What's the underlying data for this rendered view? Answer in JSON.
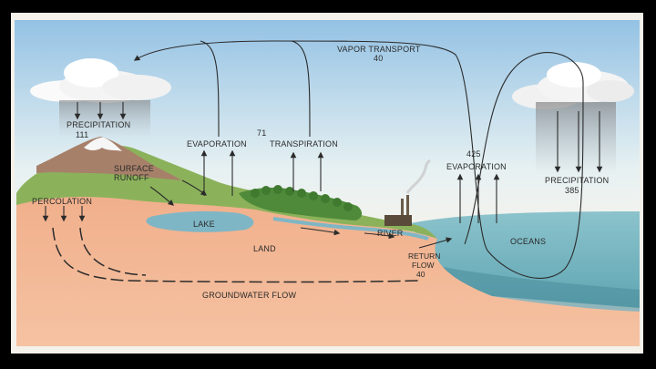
{
  "labels": {
    "vapor_transport": "VAPOR TRANSPORT",
    "vapor_transport_value": "40",
    "precip_land": "PRECIPITATION",
    "precip_land_value": "111",
    "evap_land": "EVAPORATION",
    "evap_land_value": "71",
    "transpiration": "TRANSPIRATION",
    "surface_runoff_1": "SURFACE",
    "surface_runoff_2": "RUNOFF",
    "percolation": "PERCOLATION",
    "lake": "LAKE",
    "land": "LAND",
    "river": "RIVER",
    "return_flow_1": "RETURN",
    "return_flow_2": "FLOW",
    "return_flow_value": "40",
    "groundwater_flow": "GROUNDWATER FLOW",
    "evap_ocean_value": "425",
    "evap_ocean": "EVAPORATION",
    "oceans": "OCEANS",
    "precip_ocean": "PRECIPITATION",
    "precip_ocean_value": "385"
  },
  "colors": {
    "sky_top": "#9fc8e6",
    "sky_bottom": "#e9f2f3",
    "land": "#efa683",
    "ocean": "#78b9c6",
    "forest": "#4e8a3a",
    "frame": "#000000"
  }
}
